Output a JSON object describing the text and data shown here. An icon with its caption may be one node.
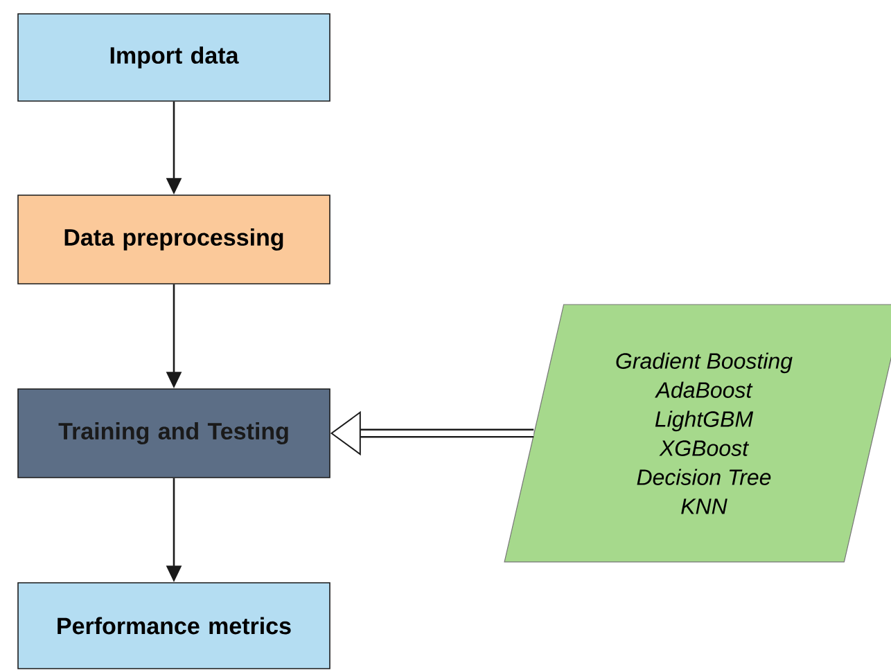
{
  "diagram": {
    "nodes": [
      {
        "text": [
          "Import data"
        ]
      },
      {
        "text": [
          "Data preprocessing"
        ]
      },
      {
        "text": [
          "Training and Testing"
        ]
      },
      {
        "text": [
          "Performance metrics"
        ]
      },
      {
        "text": [
          "Gradient Boosting",
          "AdaBoost",
          "LightGBM",
          "XGBoost",
          "Decision Tree",
          "KNN"
        ]
      }
    ],
    "edges": [
      {
        "from": 0,
        "to": 1,
        "arrow": "to"
      },
      {
        "from": 1,
        "to": 2,
        "arrow": "to"
      },
      {
        "from": 2,
        "to": 3,
        "arrow": "to"
      },
      {
        "from": 4,
        "to": 2,
        "arrow": "to",
        "style": "thick"
      }
    ]
  }
}
